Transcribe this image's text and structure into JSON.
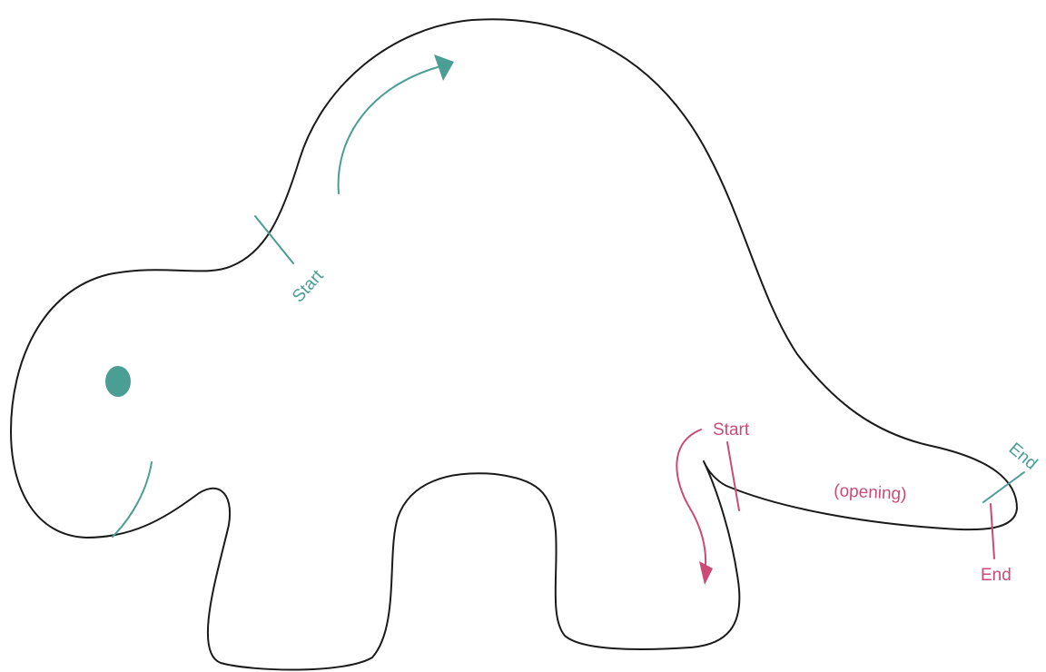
{
  "colors": {
    "outline": "#1a1a1a",
    "teal": "#4a9e94",
    "pink": "#cc4a76",
    "background": "#ffffff"
  },
  "labels": {
    "teal_start": "Start",
    "teal_end": "End",
    "pink_start": "Start",
    "pink_end": "End",
    "opening": "(opening)"
  },
  "icons": {
    "eye": "eye-dot",
    "mouth": "mouth-arc",
    "teal_arrow": "arrow-clockwise",
    "pink_arrow": "arrow-down"
  }
}
